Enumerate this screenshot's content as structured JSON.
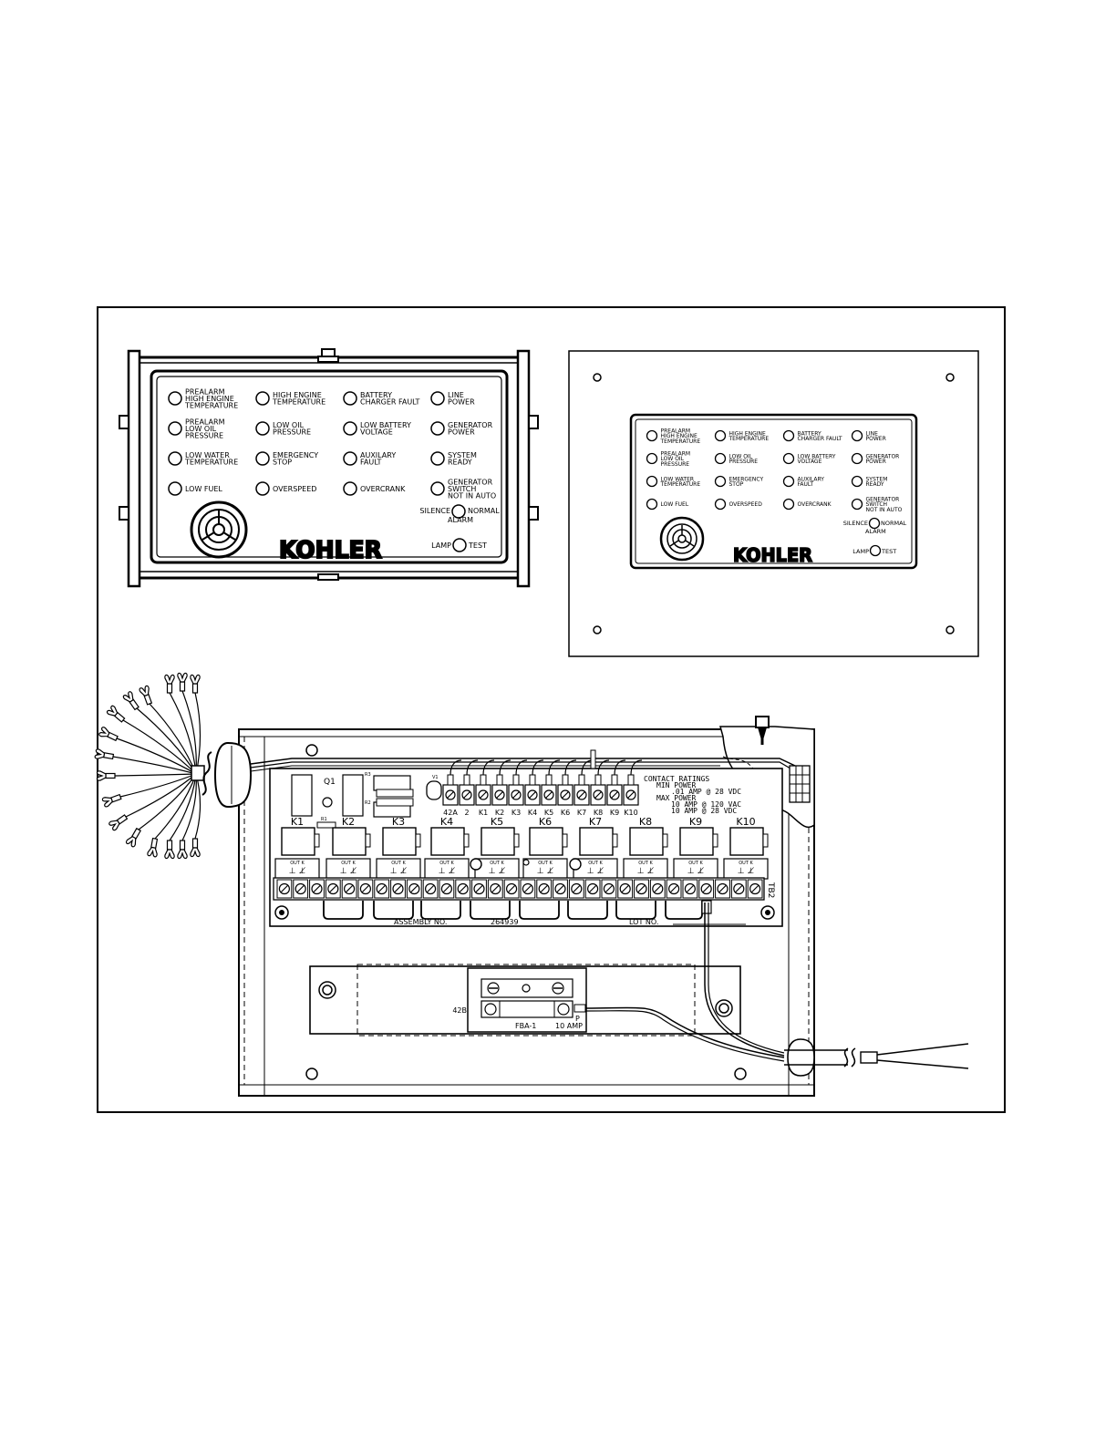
{
  "brand": "KOHLER",
  "panel_large": {
    "indicators": [
      {
        "lines": [
          "PREALARM",
          "HIGH ENGINE",
          "TEMPERATURE"
        ]
      },
      {
        "lines": [
          "PREALARM",
          "LOW OIL",
          "PRESSURE"
        ]
      },
      {
        "lines": [
          "LOW WATER",
          "TEMPERATURE"
        ]
      },
      {
        "lines": [
          "LOW FUEL"
        ]
      },
      {
        "lines": [
          "HIGH ENGINE",
          "TEMPERATURE"
        ]
      },
      {
        "lines": [
          "LOW OIL",
          "PRESSURE"
        ]
      },
      {
        "lines": [
          "EMERGENCY",
          "STOP"
        ]
      },
      {
        "lines": [
          "OVERSPEED"
        ]
      },
      {
        "lines": [
          "BATTERY",
          "CHARGER FAULT"
        ]
      },
      {
        "lines": [
          "LOW BATTERY",
          "VOLTAGE"
        ]
      },
      {
        "lines": [
          "AUXILARY",
          "FAULT"
        ]
      },
      {
        "lines": [
          "OVERCRANK"
        ]
      },
      {
        "lines": [
          "LINE",
          "POWER"
        ]
      },
      {
        "lines": [
          "GENERATOR",
          "POWER"
        ]
      },
      {
        "lines": [
          "SYSTEM",
          "READY"
        ]
      },
      {
        "lines": [
          "GENERATOR",
          "SWITCH",
          "NOT IN AUTO"
        ]
      }
    ],
    "silence_label": "SILENCE",
    "normal_label": "NORMAL",
    "alarm_label": "ALARM",
    "lamp_label": "LAMP",
    "test_label": "TEST"
  },
  "panel_small": {
    "indicators": [
      {
        "lines": [
          "PREALARM",
          "HIGH ENGINE",
          "TEMPERATURE"
        ]
      },
      {
        "lines": [
          "PREALARM",
          "LOW OIL",
          "PRESSURE"
        ]
      },
      {
        "lines": [
          "LOW WATER",
          "TEMPERATURE"
        ]
      },
      {
        "lines": [
          "LOW FUEL"
        ]
      },
      {
        "lines": [
          "HIGH ENGINE",
          "TEMPERATURE"
        ]
      },
      {
        "lines": [
          "LOW OIL",
          "PRESSURE"
        ]
      },
      {
        "lines": [
          "EMERGENCY",
          "STOP"
        ]
      },
      {
        "lines": [
          "OVERSPEED"
        ]
      },
      {
        "lines": [
          "BATTERY",
          "CHARGER FAULT"
        ]
      },
      {
        "lines": [
          "LOW BATTERY",
          "VOLTAGE"
        ]
      },
      {
        "lines": [
          "AUXILARY",
          "FAULT"
        ]
      },
      {
        "lines": [
          "OVERCRANK"
        ]
      },
      {
        "lines": [
          "LINE",
          "POWER"
        ]
      },
      {
        "lines": [
          "GENERATOR",
          "POWER"
        ]
      },
      {
        "lines": [
          "SYSTEM",
          "READY"
        ]
      },
      {
        "lines": [
          "GENERATOR",
          "SWITCH",
          "NOT IN AUTO"
        ]
      }
    ],
    "silence_label": "SILENCE",
    "normal_label": "NORMAL",
    "alarm_label": "ALARM",
    "lamp_label": "LAMP",
    "test_label": "TEST"
  },
  "relay_board": {
    "contact_ratings": [
      "CONTACT RATINGS",
      "MIN POWER",
      ".01 AMP @ 28 VDC",
      "MAX POWER",
      "10 AMP @ 120 VAC",
      "10 AMP @ 28 VDC"
    ],
    "terminal_labels": [
      "42A",
      "2",
      "K1",
      "K2",
      "K3",
      "K4",
      "K5",
      "K6",
      "K7",
      "K8",
      "K9",
      "K10"
    ],
    "relays": [
      "K1",
      "K2",
      "K3",
      "K4",
      "K5",
      "K6",
      "K7",
      "K8",
      "K9",
      "K10"
    ],
    "q1_label": "Q1",
    "r1_label": "R1",
    "r2_label": "R2",
    "r3_label": "R3",
    "v1_label": "V1",
    "relay_out_label": "OUT K",
    "contact_symbol": "⊥ ⊥̸",
    "tb2_label": "TB2",
    "assembly_label": "ASSEMBLY NO.",
    "assembly_no": "264939",
    "lot_label": "LOT NO."
  },
  "fuse_block": {
    "wire_42b": "42B",
    "wire_p": "P",
    "fuse_label": "FBA-1",
    "rating": "10 AMP"
  }
}
